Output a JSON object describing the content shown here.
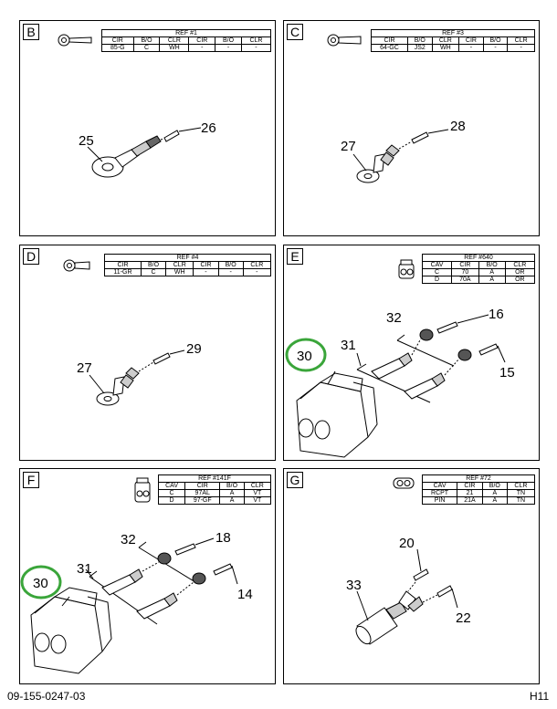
{
  "panels": [
    {
      "letter": "B",
      "ref_title": "REF #1",
      "headers": [
        "CIR",
        "B/O",
        "CLR",
        "CIR",
        "B/O",
        "CLR"
      ],
      "rows": [
        [
          "85-G",
          "C",
          "WH",
          "-",
          "-",
          "-"
        ]
      ],
      "callouts": [
        "25",
        "26"
      ]
    },
    {
      "letter": "C",
      "ref_title": "REF #3",
      "headers": [
        "CIR",
        "B/O",
        "CLR",
        "CIR",
        "B/O",
        "CLR"
      ],
      "rows": [
        [
          "64-GC",
          "JS2",
          "WH",
          "-",
          "-",
          "-"
        ]
      ],
      "callouts": [
        "27",
        "28"
      ]
    },
    {
      "letter": "D",
      "ref_title": "REF #4",
      "headers": [
        "CIR",
        "B/O",
        "CLR",
        "CIR",
        "B/O",
        "CLR"
      ],
      "rows": [
        [
          "11-GR",
          "C",
          "WH",
          "-",
          "-",
          "-"
        ]
      ],
      "callouts": [
        "27",
        "29"
      ]
    },
    {
      "letter": "E",
      "ref_title": "REF #640",
      "headers": [
        "CAV",
        "CIR",
        "B/O",
        "CLR"
      ],
      "rows": [
        [
          "C",
          "70",
          "A",
          "OR"
        ],
        [
          "D",
          "70A",
          "A",
          "OR"
        ]
      ],
      "callouts": [
        "30",
        "31",
        "32",
        "16",
        "15"
      ]
    },
    {
      "letter": "F",
      "ref_title": "REF #141F",
      "headers": [
        "CAV",
        "CIR",
        "B/O",
        "CLR"
      ],
      "rows": [
        [
          "C",
          "97AL",
          "A",
          "VT"
        ],
        [
          "D",
          "97-GF",
          "A",
          "VT"
        ]
      ],
      "callouts": [
        "30",
        "31",
        "32",
        "18",
        "14"
      ]
    },
    {
      "letter": "G",
      "ref_title": "REF #72",
      "headers": [
        "CAV",
        "CIR",
        "B/O",
        "CLR"
      ],
      "rows": [
        [
          "RCPT",
          "21",
          "A",
          "TN"
        ],
        [
          "PIN",
          "21A",
          "A",
          "TN"
        ]
      ],
      "callouts": [
        "20",
        "33",
        "22"
      ]
    }
  ],
  "footer": {
    "doc_number": "09-155-0247-03",
    "sheet": "H11"
  },
  "colors": {
    "highlight_circle": "#3aa53a",
    "line": "#000000"
  },
  "icons": [
    "ring-terminal-icon",
    "two-cavity-connector-icon"
  ]
}
